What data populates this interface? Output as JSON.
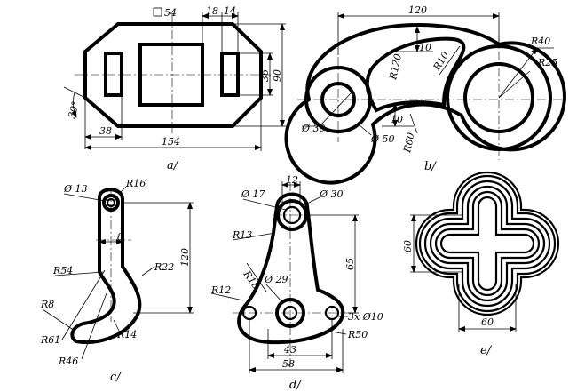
{
  "figures": {
    "a": {
      "caption": "a/",
      "dims": {
        "square": "54",
        "d18": "18",
        "d14": "14",
        "d36": "36",
        "d90": "90",
        "angle": "30°",
        "d38": "38",
        "d154": "154"
      }
    },
    "b": {
      "caption": "b/",
      "dims": {
        "d120": "120",
        "r40": "R40",
        "r25": "R25",
        "d10a": "10",
        "r10": "R10",
        "r120": "R120",
        "d10b": "10",
        "d30": "Ø 30",
        "d50": "Ø 50",
        "r60": "R60"
      }
    },
    "c": {
      "caption": "c/",
      "dims": {
        "d13": "Ø 13",
        "r16": "R16",
        "d8": "8",
        "d120": "120",
        "r54": "R54",
        "r22": "R22",
        "r8": "R8",
        "r61": "R61",
        "r14": "R14",
        "r46": "R46"
      }
    },
    "d": {
      "caption": "d/",
      "dims": {
        "d12": "12",
        "d17": "Ø 17",
        "d30": "Ø 30",
        "r13": "R13",
        "d65": "65",
        "r18": "R18",
        "d29": "Ø 29",
        "r12": "R12",
        "d10x3": "3x Ø10",
        "r50": "R50",
        "d43": "43",
        "d58": "58"
      }
    },
    "e": {
      "caption": "e/",
      "dims": {
        "d60v": "60",
        "d60h": "60"
      }
    }
  }
}
